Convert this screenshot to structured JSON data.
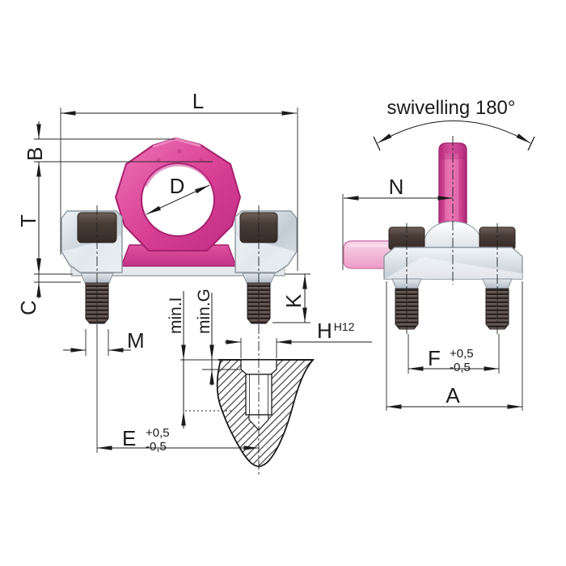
{
  "annotations": {
    "swivel": "swivelling 180°"
  },
  "dimensions": {
    "L": "L",
    "B": "B",
    "T": "T",
    "C": "C",
    "D": "D",
    "M": "M",
    "E": "E",
    "E_tol_upper": "+0,5",
    "E_tol_lower": "-0,5",
    "min_I": "min.I",
    "min_G": "min.G",
    "H": "H",
    "H_fit": "H12",
    "K": "K",
    "N": "N",
    "F": "F",
    "F_tol_upper": "+0,5",
    "F_tol_lower": "-0,5",
    "A": "A"
  },
  "colors": {
    "ring_pink": "#d83f93",
    "ring_pink_dark": "#a8206f",
    "ring_pink_light": "#f3b4d5",
    "metal_light": "#eef2f5",
    "metal_mid": "#ccd4db",
    "metal_dark": "#9aa4ad",
    "bolt_head": "#473b37",
    "thread": "#4a3e3b",
    "line": "#1b1b1b",
    "background": "#ffffff"
  }
}
